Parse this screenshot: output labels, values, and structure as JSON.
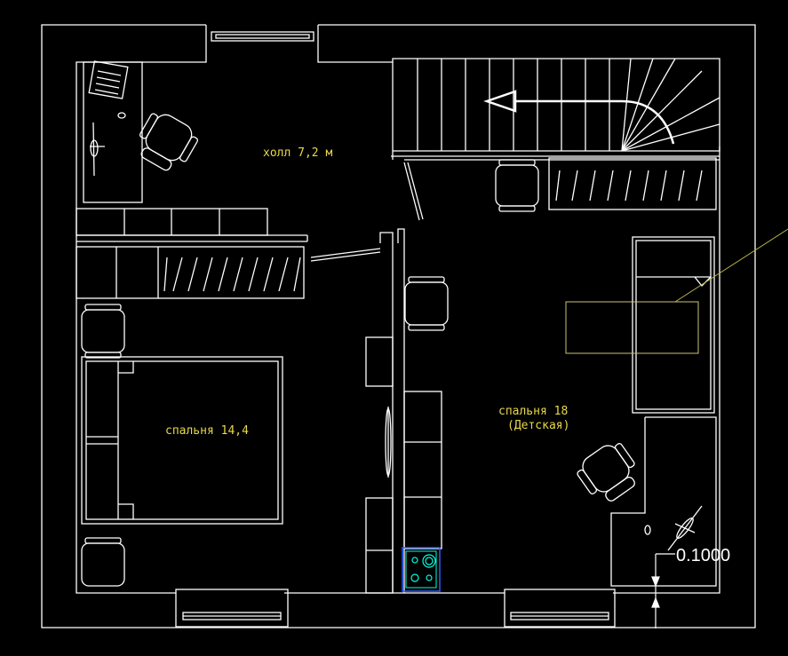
{
  "labels": {
    "hall": "холл 7,2 м",
    "bedroom": "спальня 14,4",
    "kids_room": "спальня 18",
    "kids_room_sub": "(Детская)",
    "dimension": "0.1000"
  },
  "colors": {
    "background": "#000000",
    "lines": "#ffffff",
    "room_labels": "#e8d84a",
    "furniture_yellow": "#c9c47a",
    "leader_line": "#b8b24a",
    "stove_frame": "#2b5cff",
    "stove_burners": "#00ffe0"
  }
}
